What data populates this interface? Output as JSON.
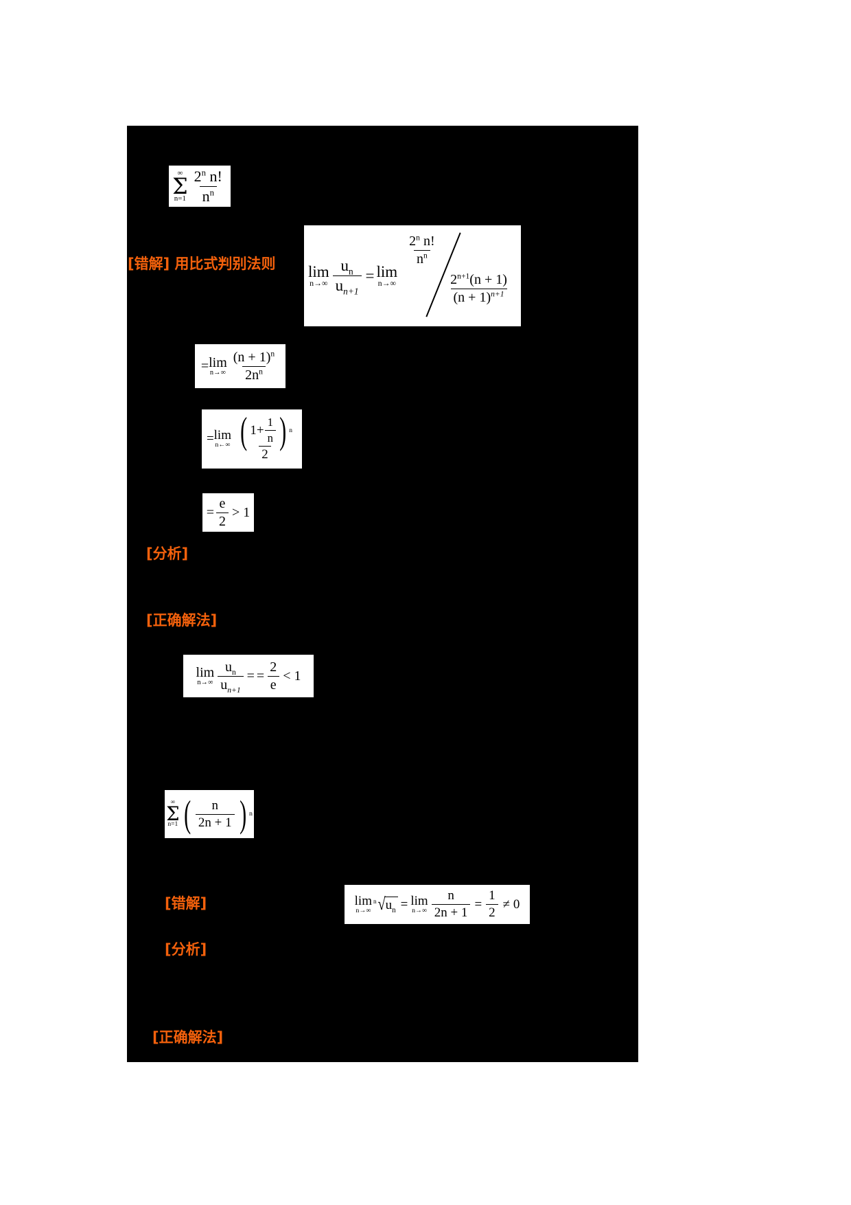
{
  "document": {
    "background_color": "#ffffff",
    "panel_color": "#000000",
    "accent_color": "#F4610C"
  },
  "headings": {
    "wrong_solution_1": "[错解] 用比式判别法则",
    "analysis_1": "[分析]",
    "correct_solution_1": "[正确解法]",
    "wrong_solution_2": "[错解]",
    "analysis_2": "[分析]",
    "correct_solution_2": "[正确解法]"
  },
  "formulas": {
    "series_1": {
      "name": "sum-2n-factorial-over-n-to-n",
      "sigma_top": "∞",
      "sigma_bottom": "n=1",
      "numerator": "2",
      "numerator_exp": "n",
      "numerator_tail": "n!",
      "denominator": "n",
      "denominator_exp": "n"
    },
    "ratio_test": {
      "name": "ratio-test-limit",
      "lim_1": "lim",
      "lim_1_sub": "n→∞",
      "frac_num": "u",
      "frac_num_sub": "n",
      "frac_den": "u",
      "frac_den_sub": "n+1",
      "equals": "=",
      "lim_2": "lim",
      "lim_2_sub": "n→∞",
      "upper_num": "2",
      "upper_num_exp": "n",
      "upper_num_tail": "n!",
      "upper_den": "n",
      "upper_den_exp": "n",
      "lower_num_base": "2",
      "lower_num_exp": "n+1",
      "lower_num_tail": "(n + 1)",
      "lower_den": "(n + 1)",
      "lower_den_exp": "n+1"
    },
    "step_2": {
      "name": "limit-n-plus-1-over-2n",
      "equals": "=",
      "lim": "lim",
      "lim_sub": "n→∞",
      "num": "(n + 1)",
      "num_exp": "n",
      "den": "2n",
      "den_exp": "n"
    },
    "step_3": {
      "name": "limit-one-plus-one-over-n",
      "equals": "=",
      "lim": "lim",
      "lim_sub": "n←∞",
      "inner_left": "1+",
      "inner_frac_num": "1",
      "inner_frac_den": "n",
      "outer_exp": "n",
      "den": "2"
    },
    "step_4": {
      "name": "equals-e-over-2-greater-than-1",
      "equals": "=",
      "num": "e",
      "den": "2",
      "comparison": "> 1"
    },
    "correct_limit": {
      "name": "correct-limit-equals-2-over-e",
      "lim": "lim",
      "lim_sub": "n→∞",
      "frac_num": "u",
      "frac_num_sub": "n",
      "frac_den": "u",
      "frac_den_sub": "n+1",
      "equals": "= =",
      "result_num": "2",
      "result_den": "e",
      "comparison": "< 1"
    },
    "series_2": {
      "name": "sum-n-over-2n-plus-1-to-n",
      "sigma_top": "∞",
      "sigma_bottom": "n=1",
      "inner_num": "n",
      "inner_den": "2n + 1",
      "exponent": "n"
    },
    "root_test": {
      "name": "root-test-limit",
      "lim_1": "lim",
      "lim_1_sub": "n→∞",
      "root_index": "n",
      "radicand": "u",
      "radicand_sub": "n",
      "equals_1": "=",
      "lim_2": "lim",
      "lim_2_sub": "n→∞",
      "frac_num": "n",
      "frac_den": "2n + 1",
      "equals_2": "=",
      "result_num": "1",
      "result_den": "2",
      "comparison": "≠ 0"
    }
  }
}
